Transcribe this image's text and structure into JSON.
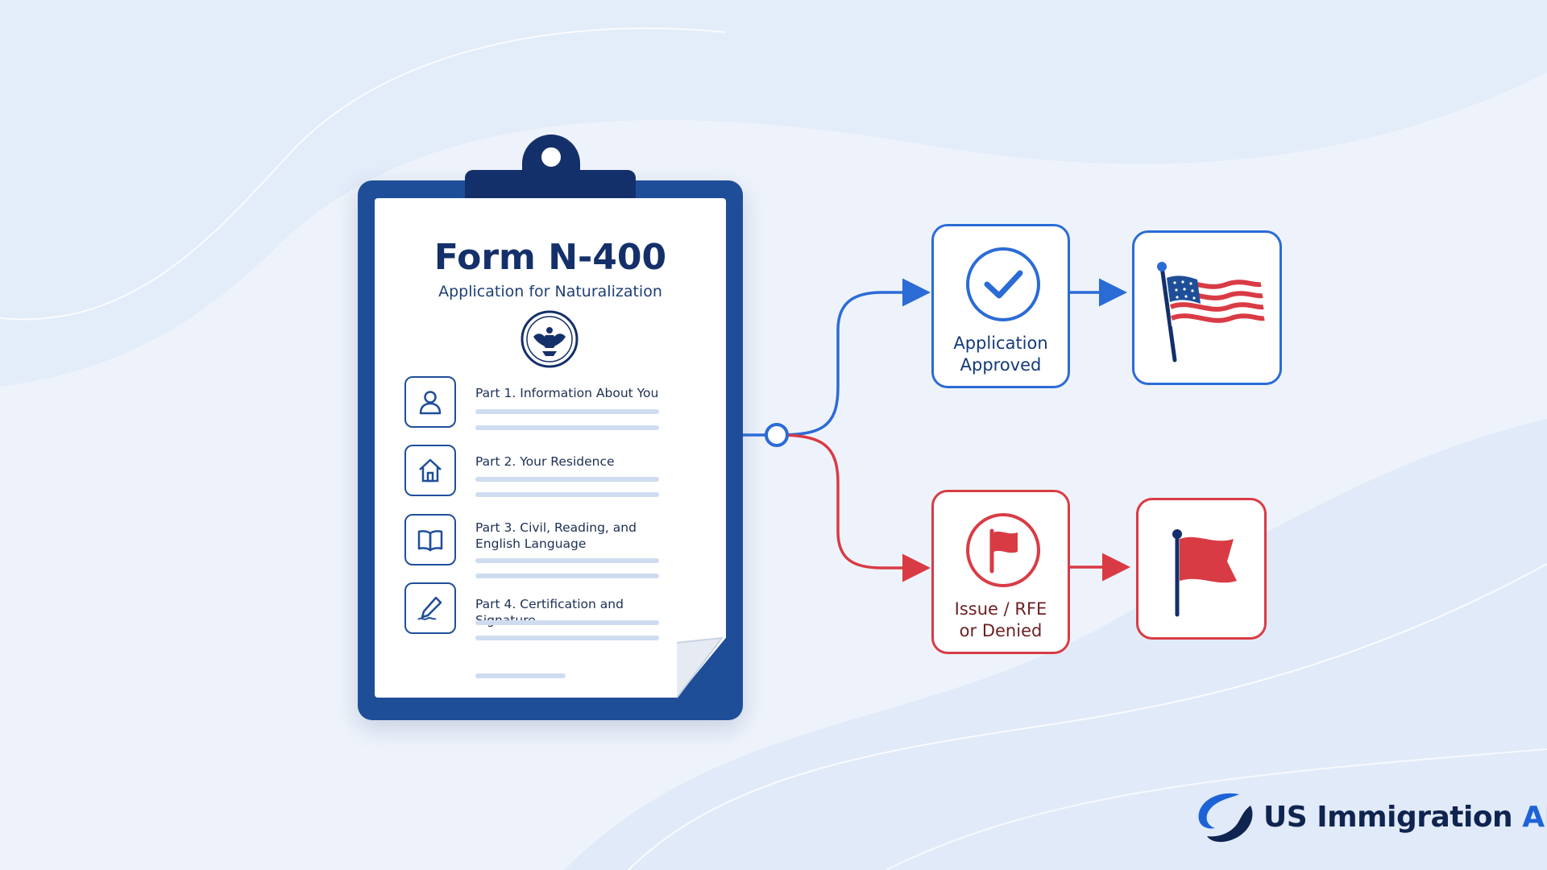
{
  "form": {
    "title": "Form N-400",
    "subtitle": "Application for Naturalization",
    "parts": [
      {
        "label": "Part 1. Information About You",
        "icon": "person-icon"
      },
      {
        "label": "Part 2. Your Residence",
        "icon": "house-icon"
      },
      {
        "label": "Part 3. Civil, Reading, and English Language",
        "icon": "book-icon"
      },
      {
        "label": "Part 4. Certification and Signature",
        "icon": "pen-signature-icon"
      }
    ]
  },
  "outcomes": {
    "approved": {
      "line1": "Application",
      "line2": "Approved",
      "icon": "check-icon",
      "result_icon": "us-flag-icon"
    },
    "issue": {
      "line1": "Issue / RFE",
      "line2": "or Denied",
      "icon": "red-flag-icon",
      "result_icon": "red-flag-icon"
    }
  },
  "brand": {
    "name_main": "US Immigration ",
    "name_accent": "AI"
  },
  "colors": {
    "navy": "#14306a",
    "clipboard_blue": "#1f4e99",
    "approve_blue": "#2b6bd6",
    "issue_red": "#d93b45",
    "background": "#eef3fb"
  }
}
